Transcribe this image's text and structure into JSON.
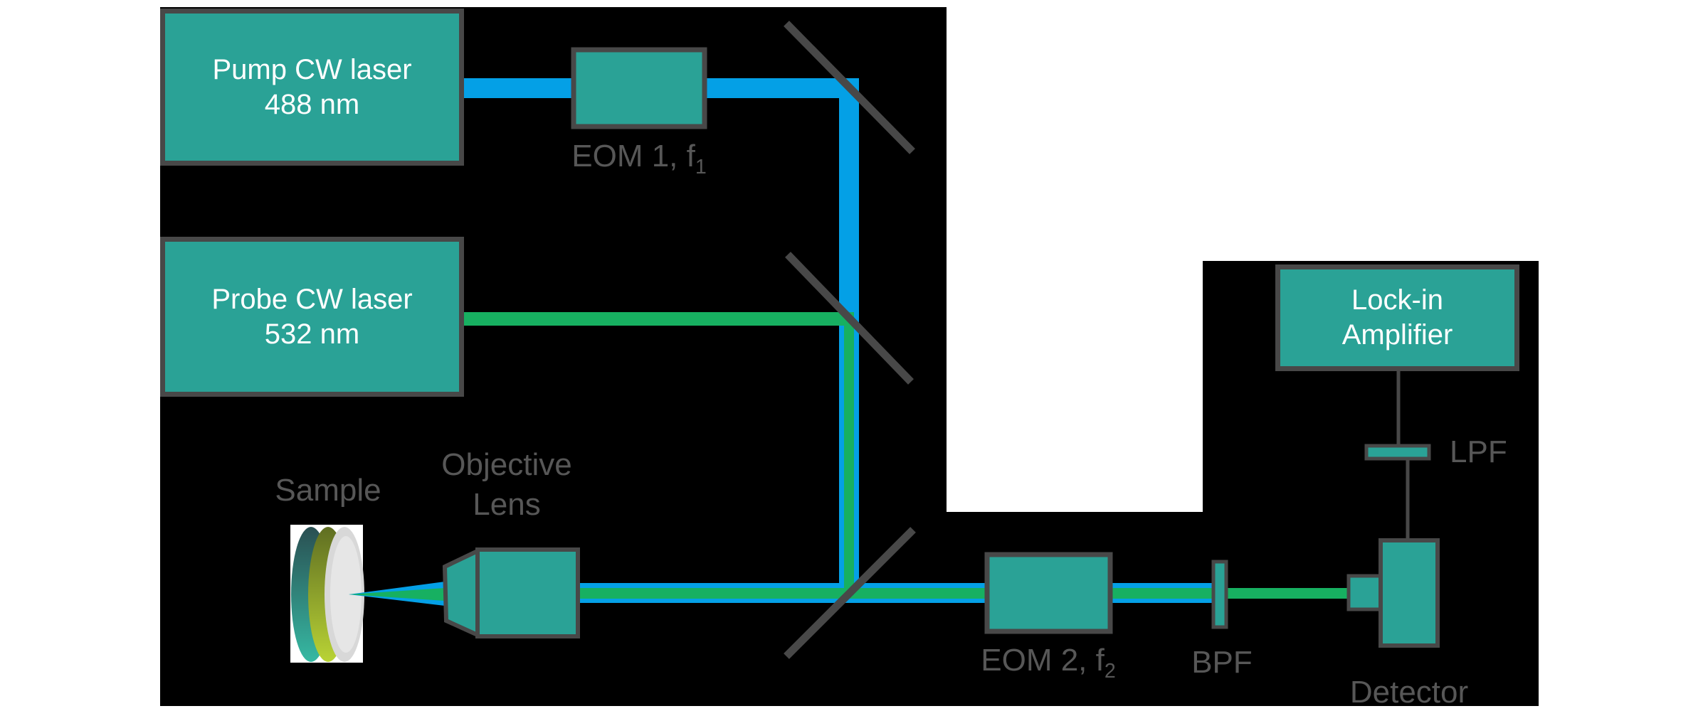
{
  "colors": {
    "page": "#ffffff",
    "background": "#000000",
    "teal": "#2aa296",
    "blue_beam": "#04a0e6",
    "green_beam": "#17b061",
    "outline": "#484848",
    "label": "#575757",
    "box_text": "#ffffff",
    "disk_rim_top": "#2a4f52",
    "disk_rim_bottom": "#36b9a3",
    "disk_band_top": "#5f6e22",
    "disk_band_bottom": "#b9d335",
    "disk_face": "#d8d8d8",
    "disk_face_highlight": "#e6e6e6"
  },
  "diagram": {
    "boxes": {
      "pump_laser": {
        "line1": "Pump CW laser",
        "line2": "488 nm"
      },
      "probe_laser": {
        "line1": "Probe CW laser",
        "line2": "532 nm"
      },
      "lockin": {
        "line1": "Lock-in",
        "line2": "Amplifier"
      }
    },
    "labels": {
      "eom1": {
        "prefix": "EOM 1, f",
        "sub": "1"
      },
      "eom2": {
        "prefix": "EOM 2, f",
        "sub": "2"
      },
      "bpf": "BPF",
      "lpf": "LPF",
      "detector": "Detector",
      "sample": "Sample",
      "objective": {
        "line1": "Objective",
        "line2": "Lens"
      }
    }
  }
}
